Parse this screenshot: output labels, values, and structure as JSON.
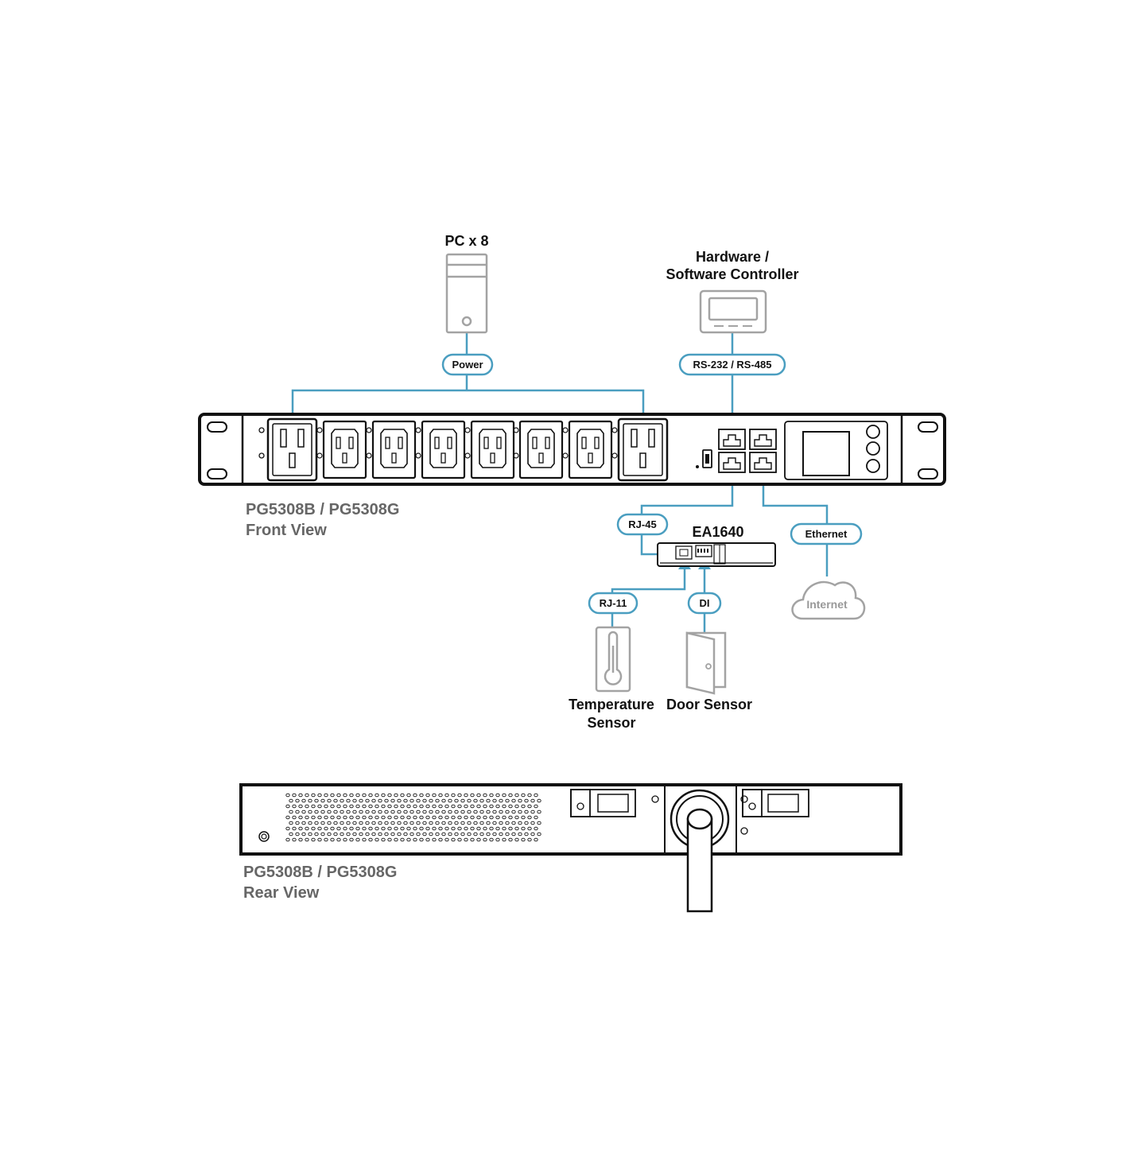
{
  "colors": {
    "wire": "#4a9ec0",
    "device_outline": "#111111",
    "icon_grey": "#a3a3a3",
    "view_label": "#666666"
  },
  "labels": {
    "pc": "PC x 8",
    "controller_line1": "Hardware /",
    "controller_line2": "Software Controller",
    "ea1640": "EA1640",
    "temp_line1": "Temperature",
    "temp_line2": "Sensor",
    "door": "Door Sensor",
    "internet": "Internet",
    "front_model": "PG5308B / PG5308G",
    "front_view": "Front View",
    "rear_model": "PG5308B / PG5308G",
    "rear_view": "Rear View"
  },
  "connections": {
    "power": "Power",
    "rs": "RS-232 / RS-485",
    "rj45": "RJ-45",
    "ethernet": "Ethernet",
    "rj11": "RJ-11",
    "di": "DI"
  },
  "icons": [
    "pc-tower-icon",
    "controller-icon",
    "cloud-icon",
    "thermometer-icon",
    "door-icon",
    "usb-port-icon",
    "rj45-port-icon"
  ]
}
